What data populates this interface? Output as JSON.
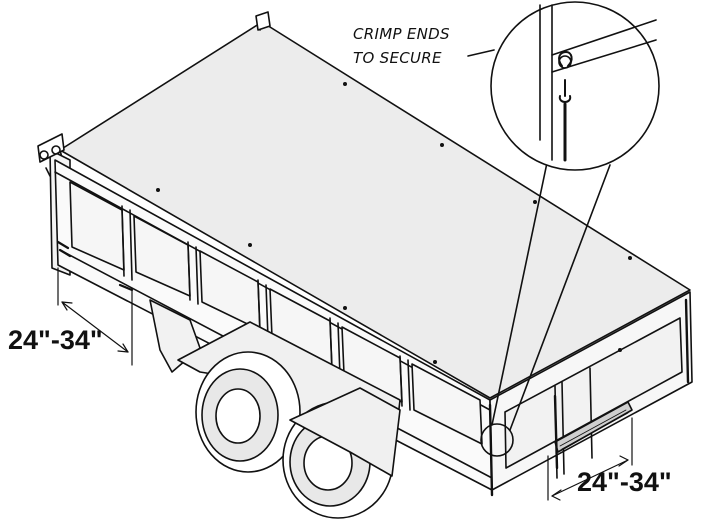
{
  "diagram": {
    "callout": {
      "line1": "CRIMP ENDS",
      "line2": "TO SECURE"
    },
    "dimension_front": "24\"-34\"",
    "dimension_rear": "24\"-34\""
  },
  "colors": {
    "line": "#111111",
    "tarp": "#ececec",
    "panel": "#f6f6f6",
    "wheel": "#e8e8e8",
    "background": "#ffffff"
  }
}
